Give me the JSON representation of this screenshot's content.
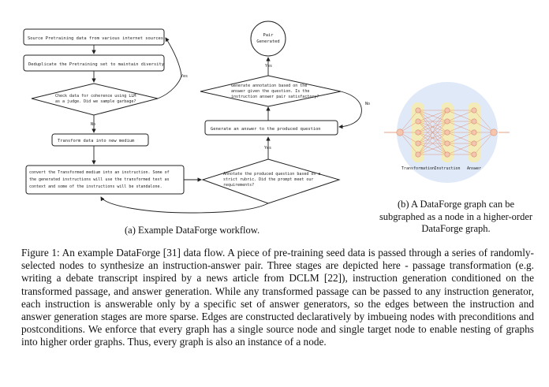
{
  "flowchart": {
    "box_source": "Source Pretraining data from various internet sources",
    "box_dedup": "Deduplicate the Pretraining set to maintain diversity",
    "diamond_coherence": [
      "Check data for coherence using LLM",
      "as a judge. Did we sample garbage?"
    ],
    "label_no": "No",
    "label_yes_left": "Yes",
    "box_transform": "Transform data into new medium",
    "box_convert": [
      "convert the Transformed medium into an instruction. Some of",
      "the generated instructions will use the transformed text as",
      "context and some of the instructions will be standalone."
    ],
    "diamond_annotate": [
      "Annotate the produced question based on a",
      "strict rubric. Did the prompt meet our",
      "requirements?"
    ],
    "label_yes_annotate": "Yes",
    "box_generate": "Generate an answer to the produced question",
    "diamond_answer": [
      "Generate annotation based on the",
      "answer given the question. Is the",
      "instruction answer pair satisfactory?"
    ],
    "label_yes_answer": "Yes",
    "label_no_right": "No",
    "circle_pair": [
      "Pair",
      "Generated"
    ]
  },
  "network": {
    "labels": [
      "Transformation",
      "Instruction",
      "Answer"
    ],
    "colors": {
      "halo": "#dfe9f8",
      "node": "#f4c6b0",
      "node_stroke": "#d98f70",
      "edge": "#e08a6a",
      "column": "#f3ecb8"
    }
  },
  "subcaption_a": "(a) Example DataForge workflow.",
  "subcaption_b": "(b) A DataForge graph can be subgraphed as a node in a higher-order DataForge graph.",
  "caption": "Figure 1: An example DataForge [31] data flow. A piece of pre-training seed data is passed through a series of randomly-selected nodes to synthesize an instruction-answer pair. Three stages are depicted here - passage transformation (e.g. writing a debate transcript inspired by a news article from DCLM [22]), instruction generation conditioned on the transformed passage, and answer generation. While any transformed passage can be passed to any instruction generator, each instruction is answerable only by a specific set of answer generators, so the edges between the instruction and answer generation stages are more sparse. Edges are constructed declaratively by imbueing nodes with preconditions and postconditions. We enforce that every graph has a single source node and single target node to enable nesting of graphs into higher order graphs. Thus, every graph is also an instance of a node."
}
